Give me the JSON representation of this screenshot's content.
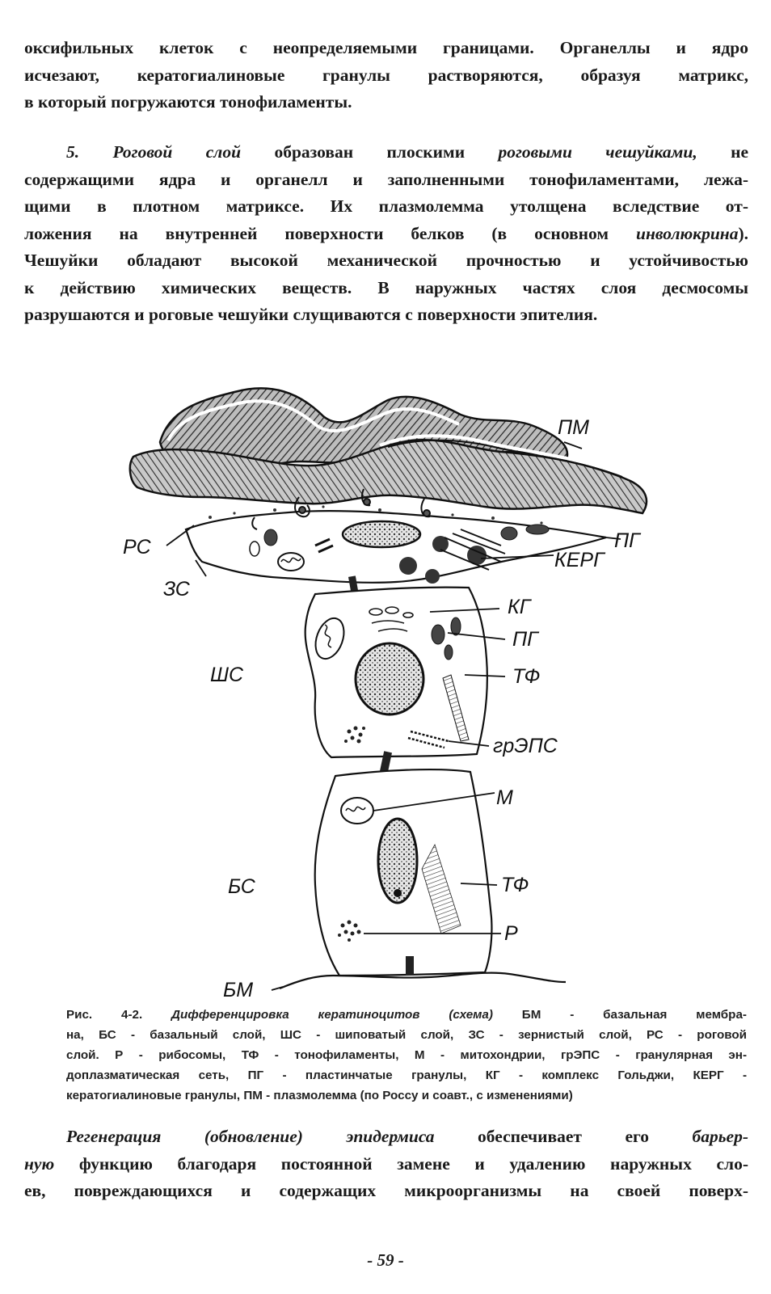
{
  "top_paragraph": {
    "lines": [
      "оксифильных клеток с неопределяемыми границами. Органеллы и ядро",
      "исчезают, кератогиалиновые гранулы растворяются, образуя матрикс,",
      "в который погружаются тонофиламенты."
    ]
  },
  "layer5": {
    "number": "5.",
    "term": "Роговой слой",
    "line1_after_term": "образован плоскими",
    "line1_italic": "роговыми чешуйками,",
    "line1_end": "не",
    "lines": [
      "содержащими ядра и органелл и заполненными тонофиламентами, лежа-",
      "щими в плотном матриксе. Их плазмолемма утолщена вследствие от-"
    ],
    "line4_start": "ложения на внутренней поверхности белков (в основном",
    "line4_italic": "инволюкрина",
    "line4_end": ").",
    "lines_tail": [
      "Чешуйки обладают высокой механической прочностью и устойчивостью",
      "к действию химических веществ. В наружных частях слоя десмосомы",
      "разрушаются и роговые чешуйки слущиваются с поверхности эпителия."
    ]
  },
  "figure": {
    "labels": {
      "pm": "ПМ",
      "rs": "РС",
      "pg_top": "ПГ",
      "kerg": "КЕРГ",
      "zs": "ЗС",
      "kg": "КГ",
      "pg_mid": "ПГ",
      "tf_mid": "ТФ",
      "shs": "ШС",
      "grEPS": "грЭПС",
      "m": "М",
      "bs": "БС",
      "tf_low": "ТФ",
      "r": "Р",
      "bm": "БМ"
    }
  },
  "caption": {
    "prefix": "Рис. 4-2.",
    "title": "Дифференцировка кератиноцитов (схема)",
    "line1_rest": "БМ - базальная мембра-",
    "lines": [
      "на, БС - базальный слой, ШС - шиповатый слой, ЗС - зернистый слой, РС - роговой",
      "слой. Р - рибосомы, ТФ - тонофиламенты, М - митохондрии, грЭПС - гранулярная эн-",
      "доплазматическая сеть, ПГ - пластинчатые гранулы, КГ - комплекс Гольджи, КЕРГ -",
      "кератогиалиновые гранулы, ПМ - плазмолемма (по Россу и соавт., с изменениями)"
    ]
  },
  "regen": {
    "term": "Регенерация (обновление) эпидермиса",
    "line1_rest": "обеспечивает его",
    "line1_italic": "барьер-",
    "line2_italic": "ную",
    "line2_rest": "функцию благодаря постоянной замене и удалению наружных сло-",
    "line3": "ев, повреждающихся и содержащих микроорганизмы на своей поверх-"
  },
  "page_number": "- 59 -"
}
